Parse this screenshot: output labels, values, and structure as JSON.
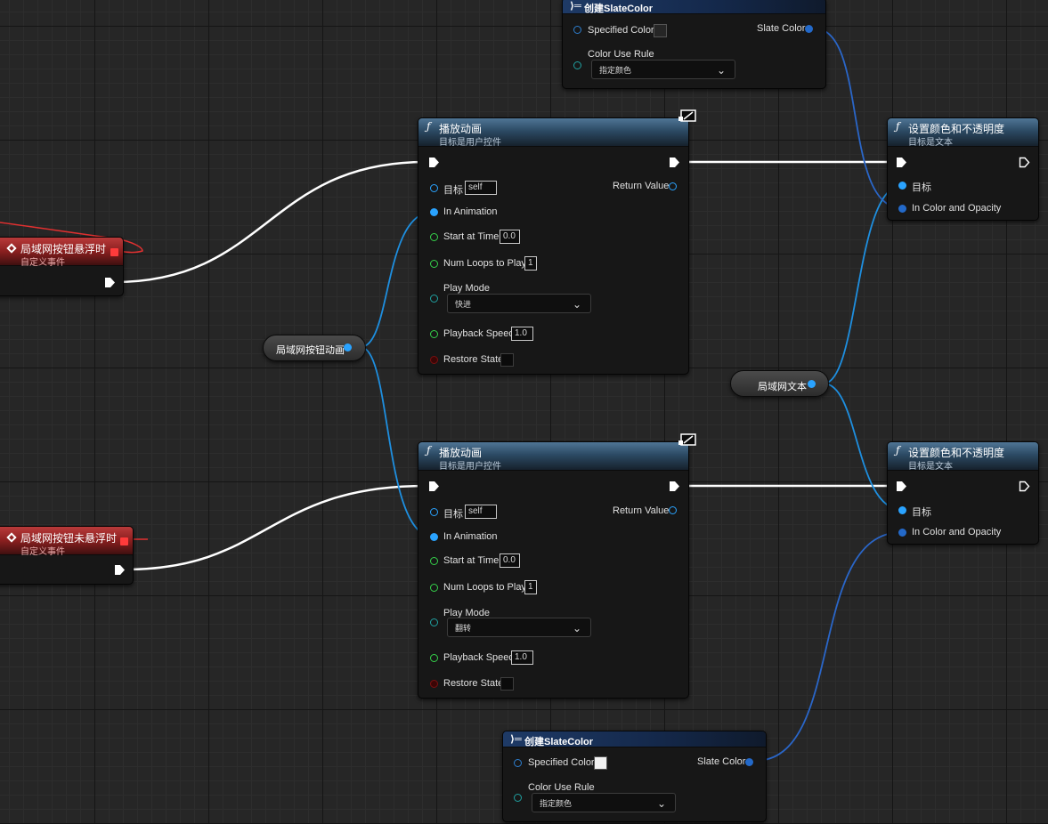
{
  "canvas": {
    "background": "#262626",
    "exec_wire": "#ffffff",
    "data_wire": "#1e7fd8",
    "red_wire": "#e03030"
  },
  "event1": {
    "title": "局域网按钮悬浮时",
    "subtitle": "自定义事件"
  },
  "event2": {
    "title": "局域网按钮未悬浮时",
    "subtitle": "自定义事件"
  },
  "var_anim": {
    "label": "局域网按钮动画"
  },
  "var_text": {
    "label": "局域网文本"
  },
  "play1": {
    "title": "播放动画",
    "subtitle": "目标是用户控件",
    "target_label": "目标",
    "target_value": "self",
    "return_label": "Return Value",
    "in_anim": "In Animation",
    "start_label": "Start at Time",
    "start_value": "0.0",
    "loops_label": "Num Loops to Play",
    "loops_value": "1",
    "mode_label": "Play Mode",
    "mode_value": "快进",
    "speed_label": "Playback Speed",
    "speed_value": "1.0",
    "restore_label": "Restore State"
  },
  "play2": {
    "title": "播放动画",
    "subtitle": "目标是用户控件",
    "target_label": "目标",
    "target_value": "self",
    "return_label": "Return Value",
    "in_anim": "In Animation",
    "start_label": "Start at Time",
    "start_value": "0.0",
    "loops_label": "Num Loops to Play",
    "loops_value": "1",
    "mode_label": "Play Mode",
    "mode_value": "翻转",
    "speed_label": "Playback Speed",
    "speed_value": "1.0",
    "restore_label": "Restore State"
  },
  "set1": {
    "title": "设置颜色和不透明度",
    "subtitle": "目标是文本",
    "target_label": "目标",
    "color_label": "In Color and Opacity"
  },
  "set2": {
    "title": "设置颜色和不透明度",
    "subtitle": "目标是文本",
    "target_label": "目标",
    "color_label": "In Color and Opacity"
  },
  "slate1": {
    "title": "创建SlateColor",
    "specified_label": "Specified Color",
    "specified_color": "#2a2a2a",
    "out_label": "Slate Color",
    "rule_label": "Color Use Rule",
    "rule_value": "指定颜色"
  },
  "slate2": {
    "title": "创建SlateColor",
    "specified_label": "Specified Color",
    "specified_color": "#f2f2f2",
    "out_label": "Slate Color",
    "rule_label": "Color Use Rule",
    "rule_value": "指定颜色"
  }
}
